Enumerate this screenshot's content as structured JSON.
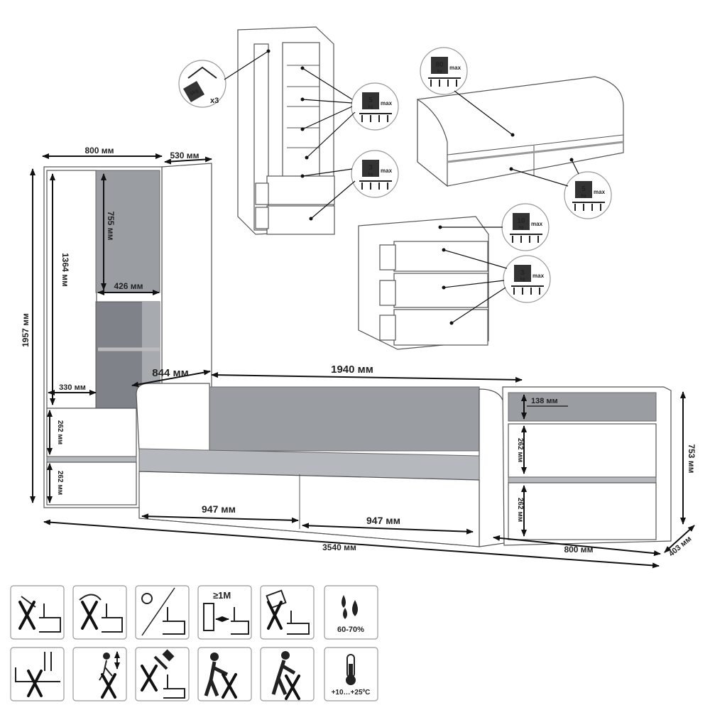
{
  "dimensions": {
    "wardrobe_width": "800 мм",
    "wardrobe_depth": "530 мм",
    "wardrobe_height": "1957 мм",
    "wardrobe_inner_height": "1364 мм",
    "wardrobe_shelf_section": "755 мм",
    "wardrobe_inner_width": "426 мм",
    "wardrobe_door_width": "330 мм",
    "wardrobe_drawer_1": "262 мм",
    "wardrobe_drawer_2": "262 мм",
    "bed_depth": "844 мм",
    "bed_length": "1940 мм",
    "bed_drawer_1": "947 мм",
    "bed_drawer_2": "947 мм",
    "total_length": "3540 мм",
    "chest_width": "800 мм",
    "chest_depth": "403 мм",
    "chest_height": "753 мм",
    "chest_top_drawer": "138 мм",
    "chest_drawer_2": "262 мм",
    "chest_drawer_3": "262 мм"
  },
  "loads": {
    "hanger_load": "5kg",
    "hanger_count": "x3",
    "shelf_load": "5",
    "drawer_load": "3",
    "bed_load": "80",
    "bed_drawer_load": "5",
    "chest_top_load": "10",
    "chest_drawer_load": "3",
    "unit": "kg",
    "max": "max"
  },
  "care": {
    "distance": "≥1M",
    "humidity": "60-70%",
    "temperature": "+10…+25ºC"
  }
}
